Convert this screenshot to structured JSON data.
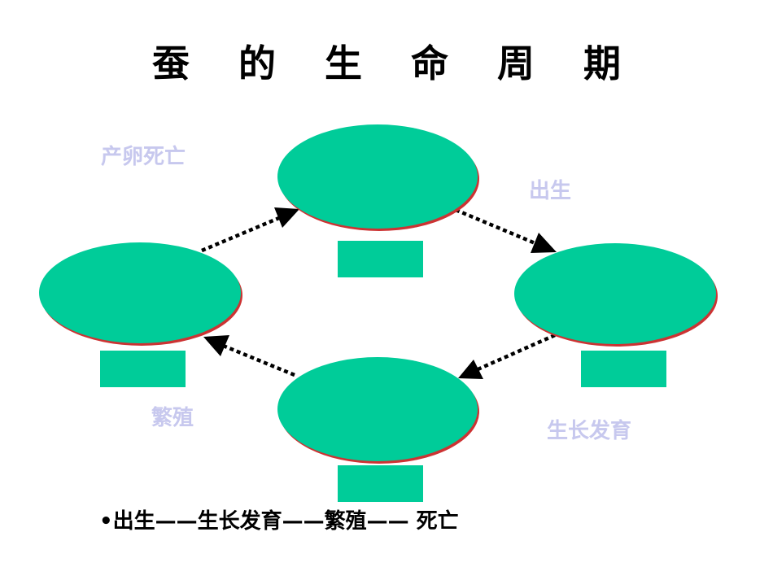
{
  "title": "蚕 的 生 命 周 期",
  "labels": {
    "top_left": "产卵死亡",
    "top_right": "出生",
    "bottom_left": "繁殖",
    "bottom_right": "生长发育"
  },
  "summary": {
    "bullet": "•",
    "text": "出生——生长发育——繁殖—— 死亡"
  },
  "colors": {
    "stage_fill": "#00cc99",
    "stage_rim": "#cc3333",
    "arrow": "#000000",
    "label": "#c7c8ee"
  }
}
